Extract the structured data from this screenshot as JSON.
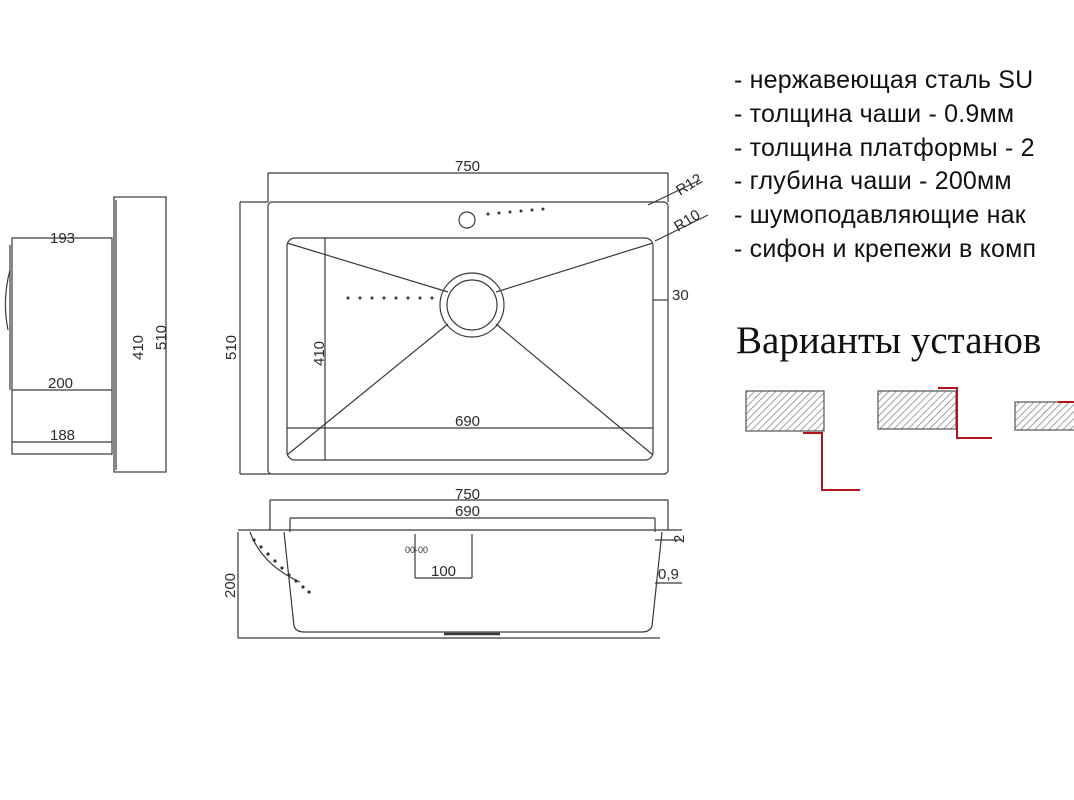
{
  "specs": [
    "- нержавеющая сталь SU",
    "- толщина чаши - 0.9мм",
    "- толщина платформы - 2",
    "- глубина чаши - 200мм",
    "- шумоподавляющие нак",
    "- сифон и крепежи в комп"
  ],
  "variants_title": "Варианты установ",
  "dimensions": {
    "top_width": "750",
    "radius_outer": "R12",
    "radius_inner": "R10",
    "top_depth": "510",
    "bowl_depth": "410",
    "bowl_width": "690",
    "rim": "30",
    "side_193": "193",
    "side_410": "410",
    "side_510": "510",
    "side_200": "200",
    "side_188": "188",
    "front_750": "750",
    "front_690": "690",
    "front_height": "200",
    "drain_100": "100",
    "drain_small": "00-00",
    "thickness_2": "2",
    "thickness_09": "0,9"
  },
  "colors": {
    "line": "#3a3a3a",
    "accent": "#b0141e",
    "hatch": "#8a8a8a"
  }
}
